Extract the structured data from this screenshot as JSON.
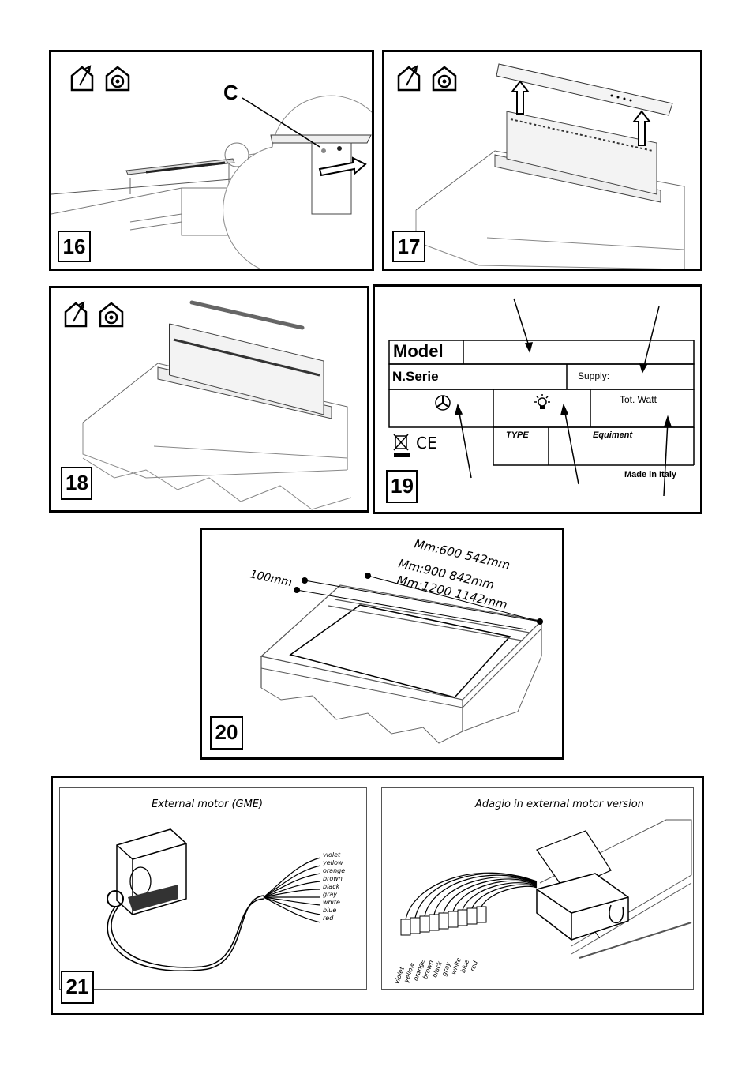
{
  "figures": {
    "f16": {
      "number": "16",
      "callout": "C"
    },
    "f17": {
      "number": "17"
    },
    "f18": {
      "number": "18"
    },
    "f19": {
      "number": "19",
      "label": {
        "model": "Model",
        "serie": "N.Serie",
        "supply": "Supply:",
        "tot_watt": "Tot. Watt",
        "type": "TYPE",
        "equipment": "Equiment",
        "made_in": "Made in Italy",
        "ce": "CE"
      }
    },
    "f20": {
      "number": "20",
      "dim_left": "100mm",
      "dims": [
        "Mm:600  542mm",
        "Mm:900  842mm",
        "Mm:1200  1142mm"
      ]
    },
    "f21": {
      "number": "21",
      "left_title": "External motor (GME)",
      "right_title": "Adagio in external motor version",
      "wires": [
        "violet",
        "yellow",
        "orange",
        "brown",
        "black",
        "gray",
        "white",
        "blue",
        "red"
      ]
    }
  },
  "icons": [
    "house-vent-out-icon",
    "house-recirculation-icon"
  ]
}
